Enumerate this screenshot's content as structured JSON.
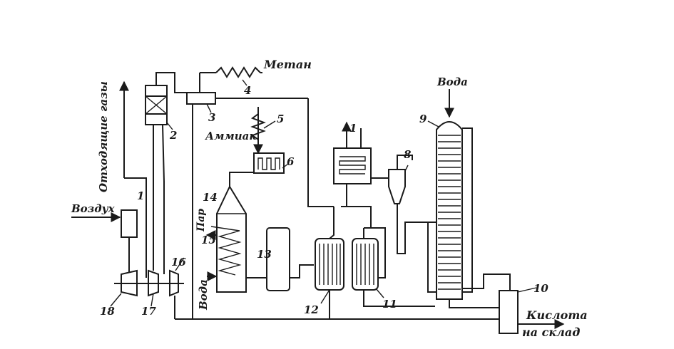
{
  "labels": {
    "methane": "Метан",
    "ammonia": "Аммиак",
    "air": "Воздух",
    "exhaust": "Отходящие газы",
    "water_top": "Вода",
    "water_left": "Вода",
    "steam": "Пар",
    "acid": "Кислота",
    "to_storage": "на склад"
  },
  "numbers": {
    "n1a": "1",
    "n1b": "1",
    "n2": "2",
    "n3": "3",
    "n4": "4",
    "n5": "5",
    "n6": "6",
    "n8": "8",
    "n9": "9",
    "n10": "10",
    "n11": "11",
    "n12": "12",
    "n13": "13",
    "n14": "14",
    "n15": "15",
    "n16": "16",
    "n17": "17",
    "n18": "18"
  },
  "colors": {
    "ink": "#1a1a1a",
    "paper": "#ffffff"
  }
}
